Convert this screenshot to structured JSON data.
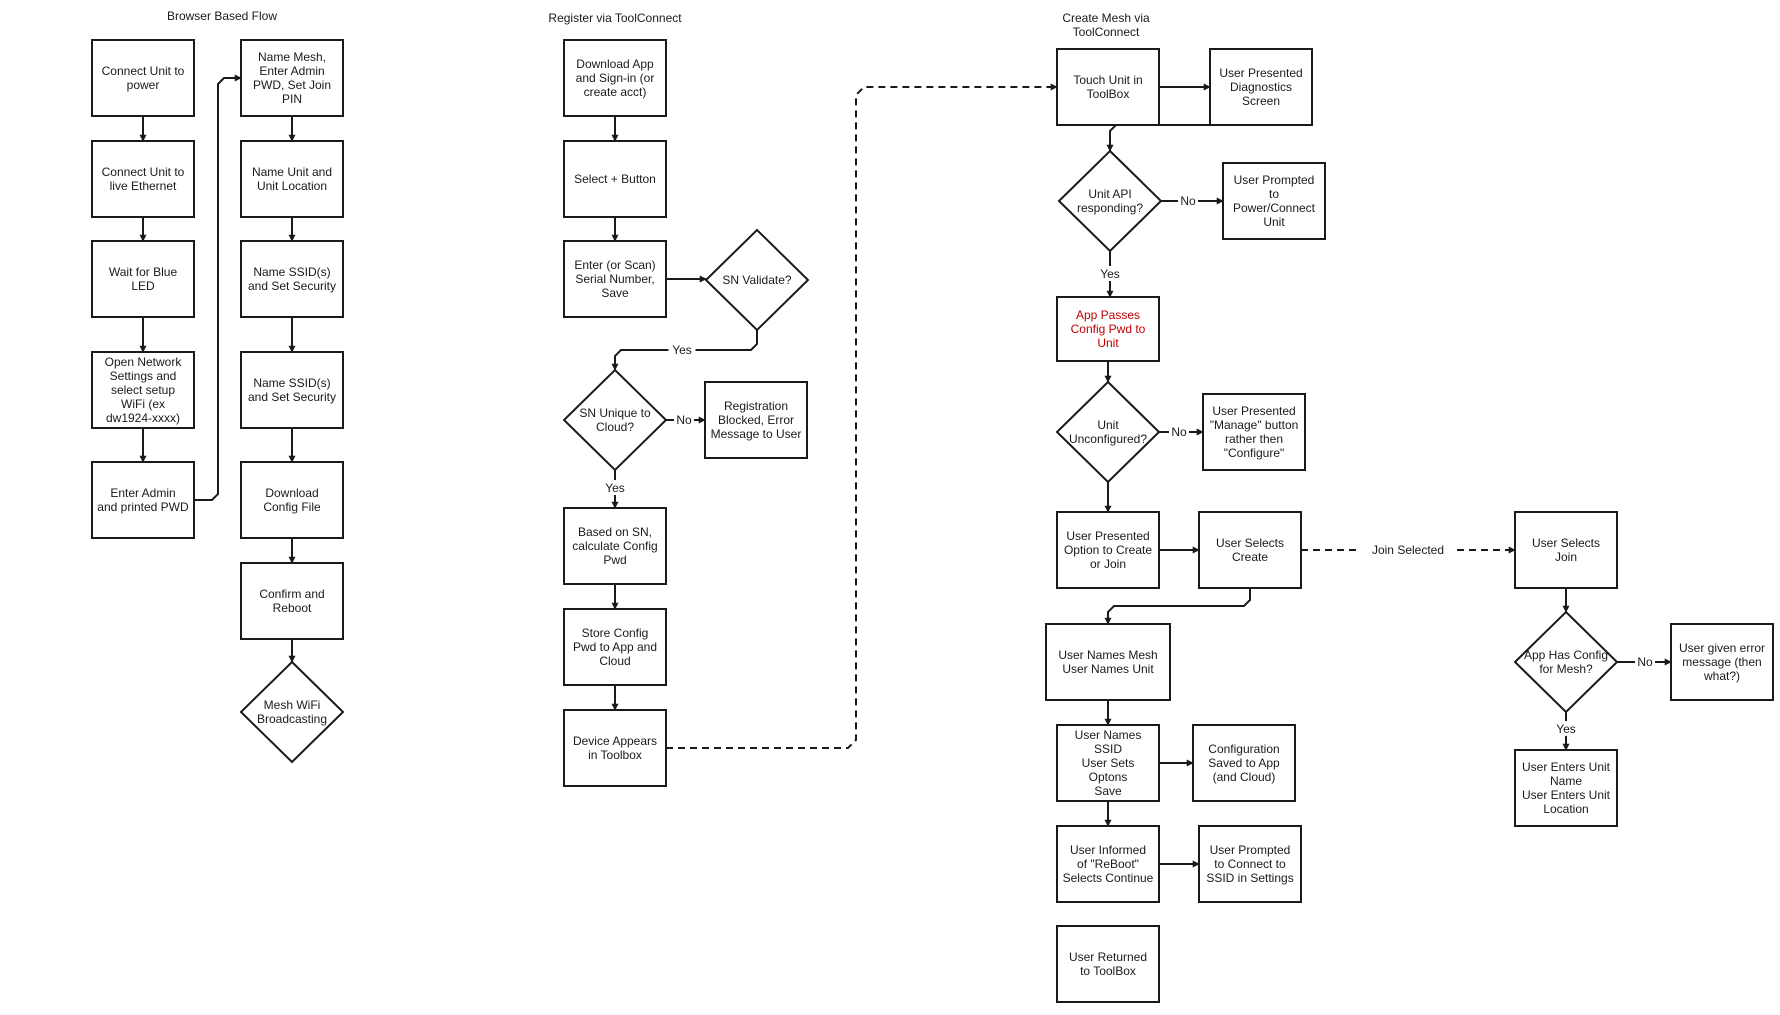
{
  "sections": [
    {
      "id": "browser",
      "title": "Browser Based Flow"
    },
    {
      "id": "register",
      "title": "Register via ToolConnect"
    },
    {
      "id": "mesh",
      "title": [
        "Create Mesh via",
        "ToolConnect"
      ]
    }
  ],
  "nodes": [
    {
      "id": "b1",
      "shape": "rect",
      "lines": [
        "Connect Unit to",
        "power"
      ]
    },
    {
      "id": "b2",
      "shape": "rect",
      "lines": [
        "Connect Unit to",
        "live Ethernet"
      ]
    },
    {
      "id": "b3",
      "shape": "rect",
      "lines": [
        "Wait for Blue",
        "LED"
      ]
    },
    {
      "id": "b4",
      "shape": "rect",
      "lines": [
        "Open Network",
        "Settings and",
        "select setup",
        "WiFi (ex",
        "dw1924-xxxx)"
      ]
    },
    {
      "id": "b5",
      "shape": "rect",
      "lines": [
        "Enter Admin",
        "and printed PWD"
      ]
    },
    {
      "id": "b6",
      "shape": "rect",
      "lines": [
        "Name Mesh,",
        "Enter Admin",
        "PWD, Set Join",
        "PIN"
      ]
    },
    {
      "id": "b7",
      "shape": "rect",
      "lines": [
        "Name Unit and",
        "Unit Location"
      ]
    },
    {
      "id": "b8",
      "shape": "rect",
      "lines": [
        "Name SSID(s)",
        "and Set Security"
      ]
    },
    {
      "id": "b9",
      "shape": "rect",
      "lines": [
        "Name SSID(s)",
        "and Set Security"
      ]
    },
    {
      "id": "b10",
      "shape": "rect",
      "lines": [
        "Download",
        "Config File"
      ]
    },
    {
      "id": "b11",
      "shape": "rect",
      "lines": [
        "Confirm and",
        "Reboot"
      ]
    },
    {
      "id": "b12",
      "shape": "diamond",
      "lines": [
        "Mesh WiFi",
        "Broadcasting"
      ]
    },
    {
      "id": "r1",
      "shape": "rect",
      "lines": [
        "Download App",
        "and Sign-in (or",
        "create acct)"
      ]
    },
    {
      "id": "r2",
      "shape": "rect",
      "lines": [
        "Select + Button"
      ]
    },
    {
      "id": "r3",
      "shape": "rect",
      "lines": [
        "Enter (or Scan)",
        "Serial Number,",
        "Save"
      ]
    },
    {
      "id": "r4",
      "shape": "diamond",
      "lines": [
        "SN Validate?"
      ]
    },
    {
      "id": "r5",
      "shape": "diamond",
      "lines": [
        "SN Unique to",
        "Cloud?"
      ]
    },
    {
      "id": "r6",
      "shape": "rect",
      "lines": [
        "Registration",
        "Blocked, Error",
        "Message to User"
      ]
    },
    {
      "id": "r7",
      "shape": "rect",
      "lines": [
        "Based on SN,",
        "calculate Config",
        "Pwd"
      ]
    },
    {
      "id": "r8",
      "shape": "rect",
      "lines": [
        "Store Config",
        "Pwd to App and",
        "Cloud"
      ]
    },
    {
      "id": "r9",
      "shape": "rect",
      "lines": [
        "Device Appears",
        "in Toolbox"
      ]
    },
    {
      "id": "m1",
      "shape": "rect",
      "lines": [
        "Touch Unit in",
        "ToolBox"
      ]
    },
    {
      "id": "m2",
      "shape": "rect",
      "lines": [
        "User Presented",
        "Diagnostics",
        "Screen"
      ]
    },
    {
      "id": "m3",
      "shape": "diamond",
      "lines": [
        "Unit API",
        "responding?"
      ]
    },
    {
      "id": "m4",
      "shape": "rect",
      "lines": [
        "User Prompted",
        "to",
        "Power/Connect",
        "Unit"
      ]
    },
    {
      "id": "m5",
      "shape": "rect",
      "lines": [
        "App Passes",
        "Config Pwd to",
        "Unit"
      ],
      "highlight": true
    },
    {
      "id": "m6",
      "shape": "diamond",
      "lines": [
        "Unit",
        "Unconfigured?"
      ]
    },
    {
      "id": "m7",
      "shape": "rect",
      "lines": [
        "User Presented",
        "\"Manage\" button",
        "rather then",
        "\"Configure\""
      ]
    },
    {
      "id": "m8",
      "shape": "rect",
      "lines": [
        "User Presented",
        "Option to Create",
        "or Join"
      ]
    },
    {
      "id": "m9",
      "shape": "rect",
      "lines": [
        "User Selects",
        "Create"
      ]
    },
    {
      "id": "m10",
      "shape": "rect",
      "lines": [
        "User Names Mesh",
        "User Names Unit"
      ]
    },
    {
      "id": "m11",
      "shape": "rect",
      "lines": [
        "User Names",
        "SSID",
        "User Sets",
        "Optons",
        "Save"
      ]
    },
    {
      "id": "m12",
      "shape": "rect",
      "lines": [
        "Configuration",
        "Saved to App",
        "(and Cloud)"
      ]
    },
    {
      "id": "m13",
      "shape": "rect",
      "lines": [
        "User Informed",
        "of \"ReBoot\"",
        "Selects Continue"
      ]
    },
    {
      "id": "m14",
      "shape": "rect",
      "lines": [
        "User Prompted",
        "to Connect to",
        "SSID in Settings"
      ]
    },
    {
      "id": "m15",
      "shape": "rect",
      "lines": [
        "User Returned",
        "to ToolBox"
      ]
    },
    {
      "id": "j1",
      "shape": "rect",
      "lines": [
        "User Selects",
        "Join"
      ]
    },
    {
      "id": "j2",
      "shape": "diamond",
      "lines": [
        "App Has Config",
        "for Mesh?"
      ]
    },
    {
      "id": "j3",
      "shape": "rect",
      "lines": [
        "User given error",
        "message (then",
        "what?)"
      ]
    },
    {
      "id": "j4",
      "shape": "rect",
      "lines": [
        "User Enters Unit",
        "Name",
        "User Enters Unit",
        "Location"
      ]
    }
  ],
  "edges": [
    {
      "id": "e-b1-b2"
    },
    {
      "id": "e-b2-b3"
    },
    {
      "id": "e-b3-b4"
    },
    {
      "id": "e-b4-b5"
    },
    {
      "id": "e-b5-b6"
    },
    {
      "id": "e-b6-b7"
    },
    {
      "id": "e-b7-b8"
    },
    {
      "id": "e-b8-b9"
    },
    {
      "id": "e-b9-b10"
    },
    {
      "id": "e-b10-b11"
    },
    {
      "id": "e-b11-b12"
    },
    {
      "id": "e-r1-r2"
    },
    {
      "id": "e-r2-r3"
    },
    {
      "id": "e-r3-r4"
    },
    {
      "id": "e-r4-r5",
      "label": "Yes"
    },
    {
      "id": "e-r5-r6",
      "label": "No"
    },
    {
      "id": "e-r5-r7",
      "label": "Yes"
    },
    {
      "id": "e-r7-r8"
    },
    {
      "id": "e-r8-r9"
    },
    {
      "id": "e-r9-m1",
      "dashed": true
    },
    {
      "id": "e-m1-m2"
    },
    {
      "id": "e-m2-m3"
    },
    {
      "id": "e-m3-m4",
      "label": "No"
    },
    {
      "id": "e-m3-m5",
      "label": "Yes"
    },
    {
      "id": "e-m5-m6"
    },
    {
      "id": "e-m6-m7",
      "label": "No"
    },
    {
      "id": "e-m6-m8"
    },
    {
      "id": "e-m8-m9"
    },
    {
      "id": "e-m9-j1",
      "label": "Join Selected",
      "dashed": true
    },
    {
      "id": "e-m9-m10"
    },
    {
      "id": "e-m10-m11"
    },
    {
      "id": "e-m11-m12"
    },
    {
      "id": "e-m11-m13"
    },
    {
      "id": "e-m13-m14"
    },
    {
      "id": "e-j1-j2"
    },
    {
      "id": "e-j2-j3",
      "label": "No"
    },
    {
      "id": "e-j2-j4",
      "label": "Yes"
    }
  ],
  "colors": {
    "line": "#1a1a1a",
    "highlight_text": "#c00000",
    "background": "#ffffff"
  }
}
